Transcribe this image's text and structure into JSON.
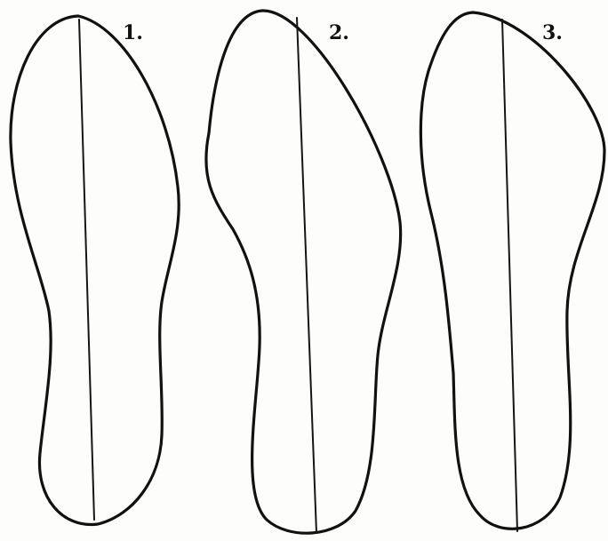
{
  "figures": [
    {
      "label": "1."
    },
    {
      "label": "2."
    },
    {
      "label": "3."
    }
  ],
  "colors": {
    "ink": "#111111",
    "paper": "#fdfdfb"
  }
}
